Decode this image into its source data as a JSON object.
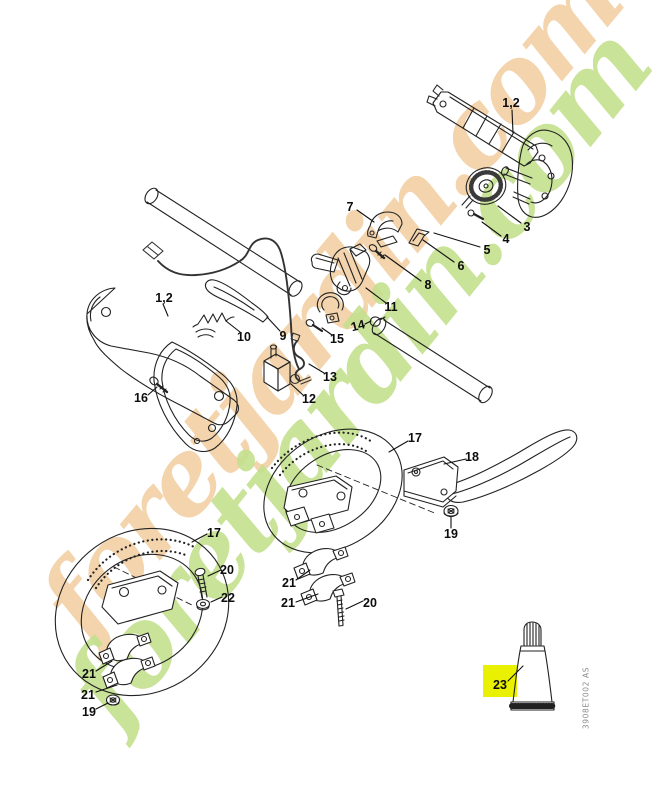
{
  "diagram": {
    "watermark_text": "foretjardin.com",
    "watermark_green_color": "#c4e08e",
    "watermark_orange_color": "#f2cd9e",
    "highlight_color": "#e9f000",
    "drawing_code": "3908ET002 AS",
    "callouts": [
      {
        "text": "1,2"
      },
      {
        "text": "3"
      },
      {
        "text": "4"
      },
      {
        "text": "5"
      },
      {
        "text": "6"
      },
      {
        "text": "7"
      },
      {
        "text": "8"
      },
      {
        "text": "11"
      },
      {
        "text": "14"
      },
      {
        "text": "15"
      },
      {
        "text": "13"
      },
      {
        "text": "12"
      },
      {
        "text": "10"
      },
      {
        "text": "9"
      },
      {
        "text": "1,2"
      },
      {
        "text": "16"
      },
      {
        "text": "17"
      },
      {
        "text": "18"
      },
      {
        "text": "19"
      },
      {
        "text": "21"
      },
      {
        "text": "21"
      },
      {
        "text": "20"
      },
      {
        "text": "17"
      },
      {
        "text": "20"
      },
      {
        "text": "22"
      },
      {
        "text": "21"
      },
      {
        "text": "21"
      },
      {
        "text": "19"
      },
      {
        "text": "23",
        "highlighted": true
      }
    ]
  }
}
